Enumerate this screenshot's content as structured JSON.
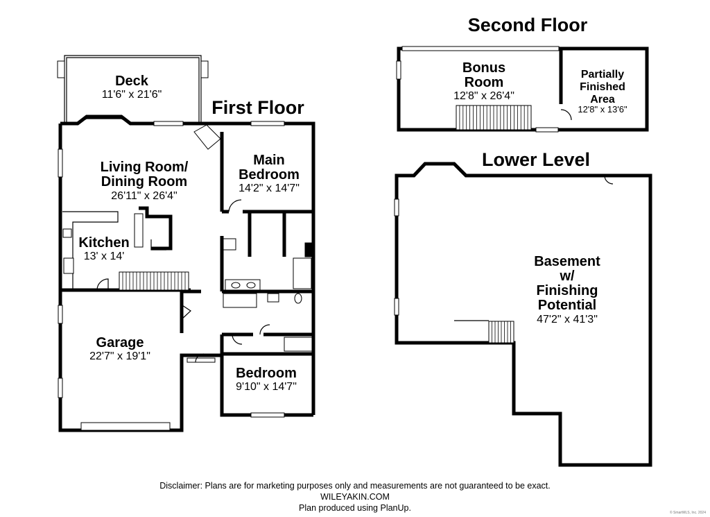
{
  "floors": {
    "first": {
      "title": "First Floor"
    },
    "second": {
      "title": "Second Floor"
    },
    "lower": {
      "title": "Lower Level"
    }
  },
  "rooms": {
    "deck": {
      "name": "Deck",
      "dim": "11'6\" x 21'6\""
    },
    "living": {
      "name1": "Living Room/",
      "name2": "Dining Room",
      "dim": "26'11\" x 26'4\""
    },
    "main_bedroom": {
      "name1": "Main",
      "name2": "Bedroom",
      "dim": "14'2\" x 14'7\""
    },
    "kitchen": {
      "name": "Kitchen",
      "dim": "13' x 14'"
    },
    "garage": {
      "name": "Garage",
      "dim": "22'7\" x 19'1\""
    },
    "bedroom": {
      "name": "Bedroom",
      "dim": "9'10\" x 14'7\""
    },
    "bonus": {
      "name1": "Bonus",
      "name2": "Room",
      "dim": "12'8\" x 26'4\""
    },
    "partial": {
      "name1": "Partially",
      "name2": "Finished",
      "name3": "Area",
      "dim": "12'8\" x 13'6\""
    },
    "basement": {
      "name1": "Basement",
      "name2": "w/",
      "name3": "Finishing",
      "name4": "Potential",
      "dim": "47'2\" x 41'3\""
    }
  },
  "footer": {
    "disclaimer": "Disclaimer: Plans are for marketing purposes only and measurements are not guaranteed to be exact.",
    "website": "WILEYAKIN.COM",
    "credit": "Plan produced using PlanUp."
  },
  "copyright": "© SmartMLS, Inc. 2024"
}
